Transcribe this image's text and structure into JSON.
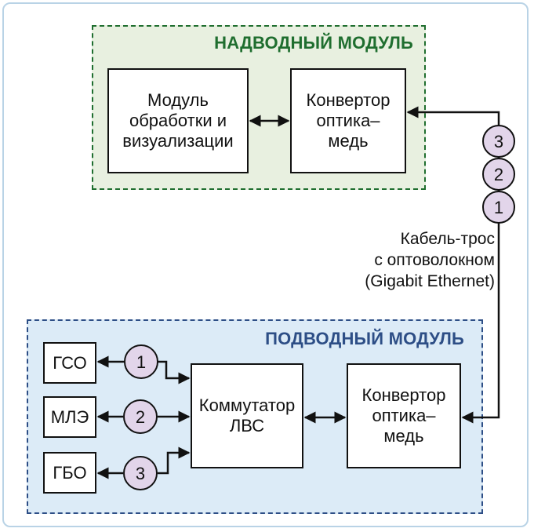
{
  "surface": {
    "title": "НАДВОДНЫЙ МОДУЛЬ",
    "processing_module": "Модуль\nобработки и\nвизуализации",
    "converter": "Конвертор\nоптика–\nмедь"
  },
  "underwater": {
    "title": "ПОДВОДНЫЙ МОДУЛЬ",
    "switch": "Коммутатор\nЛВС",
    "converter": "Конвертор\nоптика–\nмедь",
    "devices": [
      "ГСО",
      "МЛЭ",
      "ГБО"
    ]
  },
  "cable": {
    "label": "Кабель-трос\nс оптоволокном\n(Gigabit Ethernet)",
    "channels": [
      "3",
      "2",
      "1"
    ]
  },
  "device_channels": [
    "1",
    "2",
    "3"
  ],
  "colors": {
    "surface_fill": "#e8f0e0",
    "surface_border": "#1f6e2f",
    "underwater_fill": "#dcebf7",
    "underwater_border": "#2d4e86",
    "badge_fill": "#e2d5ea"
  }
}
